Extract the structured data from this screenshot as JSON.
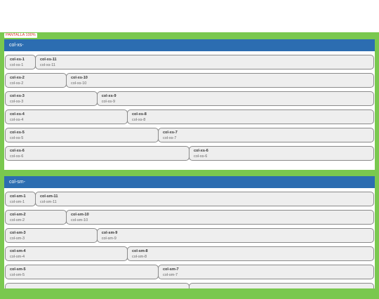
{
  "screen_tag": "PANTALLA 100%",
  "sections": [
    {
      "title": "col-xs-",
      "rows": [
        [
          {
            "title": "col-xs-1",
            "sub": "col-xs-1",
            "span": 1
          },
          {
            "title": "col-xs-11",
            "sub": "col-xs-11",
            "span": 11
          }
        ],
        [
          {
            "title": "col-xs-2",
            "sub": "col-xs-2",
            "span": 2
          },
          {
            "title": "col-xs-10",
            "sub": "col-xs-10",
            "span": 10
          }
        ],
        [
          {
            "title": "col-xs-3",
            "sub": "col-xs-3",
            "span": 3
          },
          {
            "title": "col-xs-9",
            "sub": "col-xs-9",
            "span": 9
          }
        ],
        [
          {
            "title": "col-xs-4",
            "sub": "col-xs-4",
            "span": 4
          },
          {
            "title": "col-xs-8",
            "sub": "col-xs-8",
            "span": 8
          }
        ],
        [
          {
            "title": "col-xs-5",
            "sub": "col-xs-5",
            "span": 5
          },
          {
            "title": "col-xs-7",
            "sub": "col-xs-7",
            "span": 7
          }
        ],
        [
          {
            "title": "col-xs-6",
            "sub": "col-xs-6",
            "span": 6
          },
          {
            "title": "col-xs-6",
            "sub": "col-xs-6",
            "span": 6
          }
        ]
      ]
    },
    {
      "title": "col-sm-",
      "rows": [
        [
          {
            "title": "col-sm-1",
            "sub": "col-sm-1",
            "span": 1
          },
          {
            "title": "col-sm-11",
            "sub": "col-sm-11",
            "span": 11
          }
        ],
        [
          {
            "title": "col-sm-2",
            "sub": "col-sm-2",
            "span": 2
          },
          {
            "title": "col-sm-10",
            "sub": "col-sm-10",
            "span": 10
          }
        ],
        [
          {
            "title": "col-sm-3",
            "sub": "col-sm-3",
            "span": 3
          },
          {
            "title": "col-sm-9",
            "sub": "col-sm-9",
            "span": 9
          }
        ],
        [
          {
            "title": "col-sm-4",
            "sub": "col-sm-4",
            "span": 4
          },
          {
            "title": "col-sm-8",
            "sub": "col-sm-8",
            "span": 8
          }
        ],
        [
          {
            "title": "col-sm-5",
            "sub": "col-sm-5",
            "span": 5
          },
          {
            "title": "col-sm-7",
            "sub": "col-sm-7",
            "span": 7
          }
        ],
        [
          {
            "title": "",
            "sub": "",
            "span": 6
          },
          {
            "title": "",
            "sub": "",
            "span": 6
          }
        ]
      ]
    }
  ],
  "colors": {
    "page_background": "#7ac84f",
    "panel_header": "#2c6db1",
    "cell_background": "#eeeeee",
    "cell_border": "#8a8a8a",
    "tag_text": "#d9342b"
  }
}
